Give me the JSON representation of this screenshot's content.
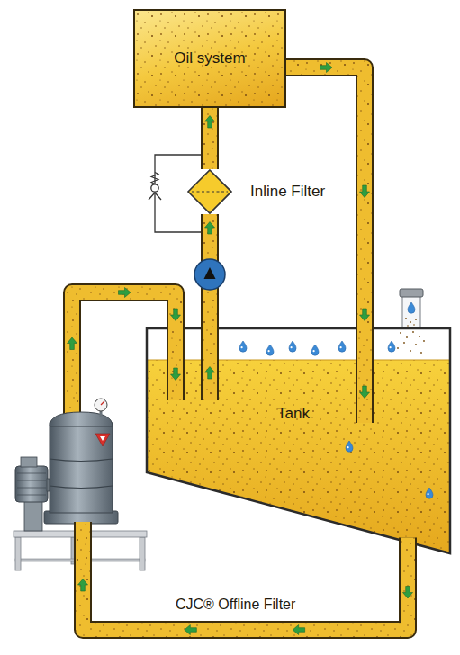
{
  "diagram": {
    "nodes": [
      {
        "text": [
          "Oil system"
        ]
      },
      {
        "text": [
          "Inline Filter"
        ]
      },
      {
        "text": [
          "Tank"
        ]
      },
      {
        "text": [
          "CJC® Offline Filter"
        ]
      }
    ],
    "edges": [
      {
        "from": 2,
        "to": 1,
        "arrow": "to"
      },
      {
        "from": 1,
        "to": 0,
        "arrow": "to"
      },
      {
        "from": 0,
        "to": 2,
        "arrow": "to"
      },
      {
        "from": 2,
        "to": 3,
        "arrow": "to"
      },
      {
        "from": 3,
        "to": 2,
        "arrow": "to"
      }
    ]
  }
}
